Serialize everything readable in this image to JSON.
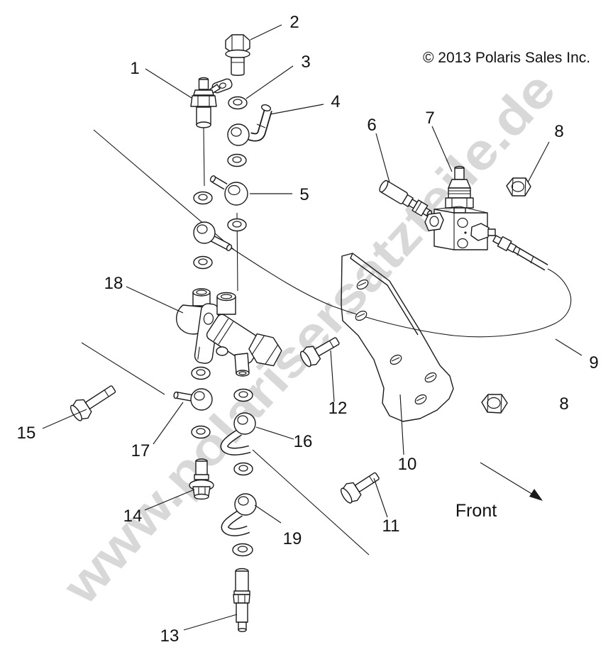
{
  "diagram": {
    "copyright": "© 2013 Polaris Sales Inc.",
    "watermark": "www.polarisersatzteile.de",
    "front_label": "Front",
    "callouts": [
      "1",
      "2",
      "3",
      "4",
      "5",
      "6",
      "7",
      "8",
      "9",
      "10",
      "11",
      "12",
      "13",
      "14",
      "15",
      "16",
      "17",
      "18",
      "19",
      "8"
    ]
  },
  "colors": {
    "background": "#ffffff",
    "line": "#1a1a1a",
    "watermark": "#d8d8d8"
  }
}
